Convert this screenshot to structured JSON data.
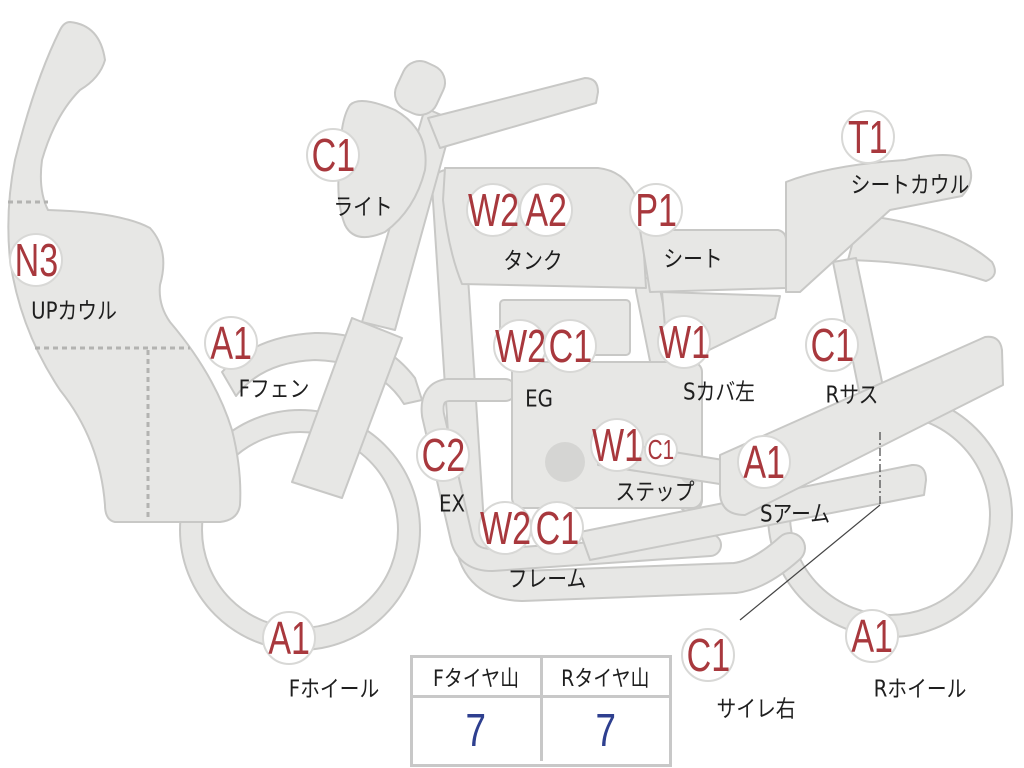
{
  "diagram": {
    "parts": [
      {
        "codes": [
          "C1"
        ],
        "label": "ライト"
      },
      {
        "codes": [
          "W2",
          "A2"
        ],
        "label": "タンク"
      },
      {
        "codes": [
          "P1"
        ],
        "label": "シート"
      },
      {
        "codes": [
          "T1"
        ],
        "label": "シートカウル"
      },
      {
        "codes": [
          "N3"
        ],
        "label": "UPカウル"
      },
      {
        "codes": [
          "A1"
        ],
        "label": "Fフェン"
      },
      {
        "codes": [
          "W2",
          "C1"
        ],
        "label": "EG"
      },
      {
        "codes": [
          "W1"
        ],
        "label": "Sカバ左"
      },
      {
        "codes": [
          "C1"
        ],
        "label": "Rサス"
      },
      {
        "codes": [
          "C2"
        ],
        "label": "EX"
      },
      {
        "codes": [
          "W1",
          "C1"
        ],
        "label": "ステップ"
      },
      {
        "codes": [
          "A1"
        ],
        "label": "Sアーム"
      },
      {
        "codes": [
          "W2",
          "C1"
        ],
        "label": "フレーム"
      },
      {
        "codes": [
          "A1"
        ],
        "label": "Fホイール"
      },
      {
        "codes": [
          "C1"
        ],
        "label": "サイレ右"
      },
      {
        "codes": [
          "A1"
        ],
        "label": "Rホイール"
      }
    ]
  },
  "tire_table": {
    "headers": [
      "Fタイヤ山",
      "Rタイヤ山"
    ],
    "values": [
      "7",
      "7"
    ]
  },
  "colors": {
    "body_fill": "#e7e7e5",
    "body_stroke": "#c8c8c6",
    "code_text": "#a8383d",
    "label_text": "#1e1e1e",
    "tire_value": "#2e3f8f",
    "table_border": "#c8c8c8"
  }
}
